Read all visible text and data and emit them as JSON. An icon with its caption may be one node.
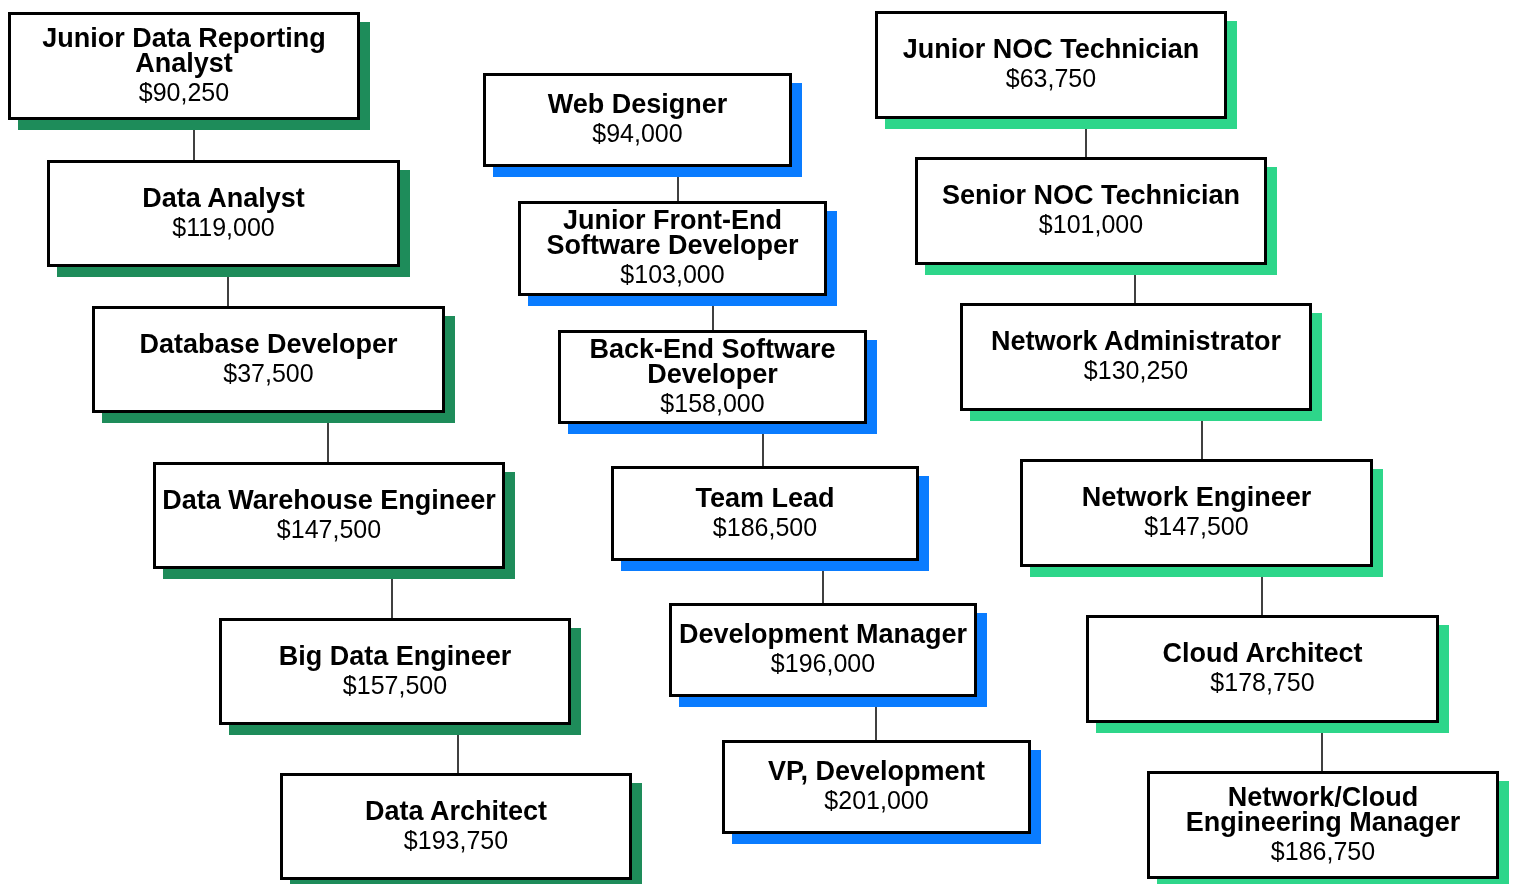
{
  "diagram": {
    "nodes": [
      {
        "text": [
          "Junior Data Reporting Analyst",
          "$90,250"
        ]
      },
      {
        "text": [
          "Data Analyst",
          "$119,000"
        ]
      },
      {
        "text": [
          "Database Developer",
          "$37,500"
        ]
      },
      {
        "text": [
          "Data Warehouse Engineer",
          "$147,500"
        ]
      },
      {
        "text": [
          "Big Data Engineer",
          "$157,500"
        ]
      },
      {
        "text": [
          "Data Architect",
          "$193,750"
        ]
      },
      {
        "text": [
          "Web Designer",
          "$94,000"
        ]
      },
      {
        "text": [
          "Junior Front-End Software Developer",
          "$103,000"
        ]
      },
      {
        "text": [
          "Back-End Software Developer",
          "$158,000"
        ]
      },
      {
        "text": [
          "Team Lead",
          "$186,500"
        ]
      },
      {
        "text": [
          "Development Manager",
          "$196,000"
        ]
      },
      {
        "text": [
          "VP, Development",
          "$201,000"
        ]
      },
      {
        "text": [
          "Junior NOC Technician",
          "$63,750"
        ]
      },
      {
        "text": [
          "Senior NOC Technician",
          "$101,000"
        ]
      },
      {
        "text": [
          "Network Administrator",
          "$130,250"
        ]
      },
      {
        "text": [
          "Network Engineer",
          "$147,500"
        ]
      },
      {
        "text": [
          "Cloud Architect",
          "$178,750"
        ]
      },
      {
        "text": [
          "Network/Cloud Engineering Manager",
          "$186,750"
        ]
      }
    ],
    "edges": [
      {
        "from": 0,
        "to": 1,
        "arrow": "none"
      },
      {
        "from": 1,
        "to": 2,
        "arrow": "none"
      },
      {
        "from": 2,
        "to": 3,
        "arrow": "none"
      },
      {
        "from": 3,
        "to": 4,
        "arrow": "none"
      },
      {
        "from": 4,
        "to": 5,
        "arrow": "none"
      },
      {
        "from": 6,
        "to": 7,
        "arrow": "none"
      },
      {
        "from": 7,
        "to": 8,
        "arrow": "none"
      },
      {
        "from": 8,
        "to": 9,
        "arrow": "none"
      },
      {
        "from": 9,
        "to": 10,
        "arrow": "none"
      },
      {
        "from": 10,
        "to": 11,
        "arrow": "none"
      },
      {
        "from": 12,
        "to": 13,
        "arrow": "none"
      },
      {
        "from": 13,
        "to": 14,
        "arrow": "none"
      },
      {
        "from": 14,
        "to": 15,
        "arrow": "none"
      },
      {
        "from": 15,
        "to": 16,
        "arrow": "none"
      },
      {
        "from": 16,
        "to": 17,
        "arrow": "none"
      }
    ]
  }
}
